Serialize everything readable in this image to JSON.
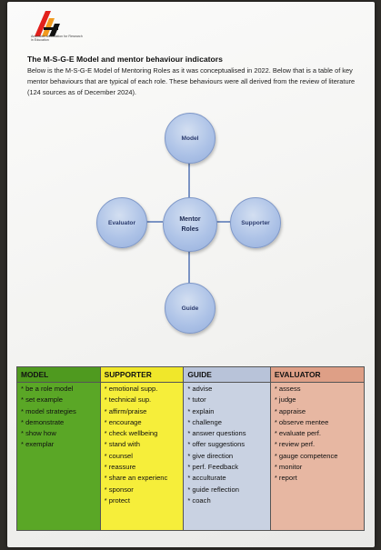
{
  "logo": {
    "org_name": "Australian Association for Research in Education"
  },
  "title": "The M-S-G-E Model and mentor behaviour indicators",
  "intro": "Below is the M-S-G-E Model of Mentoring Roles as it was conceptualised in 2022. Below that is a table of key mentor behaviours that are typical of each role. These behaviours were all derived from the review of literature (124 sources as of December 2024).",
  "diagram": {
    "center_line1": "Mentor",
    "center_line2": "Roles",
    "top": "Model",
    "left": "Evaluator",
    "right": "Supporter",
    "bottom": "Guide"
  },
  "table": {
    "headers": [
      "MODEL",
      "SUPPORTER",
      "GUIDE",
      "EVALUATOR"
    ],
    "model": [
      "* be a role model",
      "* set example",
      "* model strategies",
      "* demonstrate",
      "* show how",
      "* exemplar"
    ],
    "supporter": [
      "* emotional supp.",
      "* technical sup.",
      "* affirm/praise",
      "* encourage",
      "* check wellbeing",
      "* stand with",
      "* counsel",
      "* reassure",
      "* share an experienc",
      "* sponsor",
      "* protect"
    ],
    "guide": [
      "* advise",
      "* tutor",
      "* explain",
      "* challenge",
      "* answer questions",
      "* offer suggestions",
      "* give direction",
      "* perf. Feedback",
      "* acculturate",
      "* guide reflection",
      "* coach"
    ],
    "evaluator": [
      "* assess",
      "* judge",
      "* appraise",
      "* observe mentee",
      "* evaluate perf.",
      "* review perf.",
      "* gauge competence",
      "* monitor",
      "* report"
    ]
  }
}
